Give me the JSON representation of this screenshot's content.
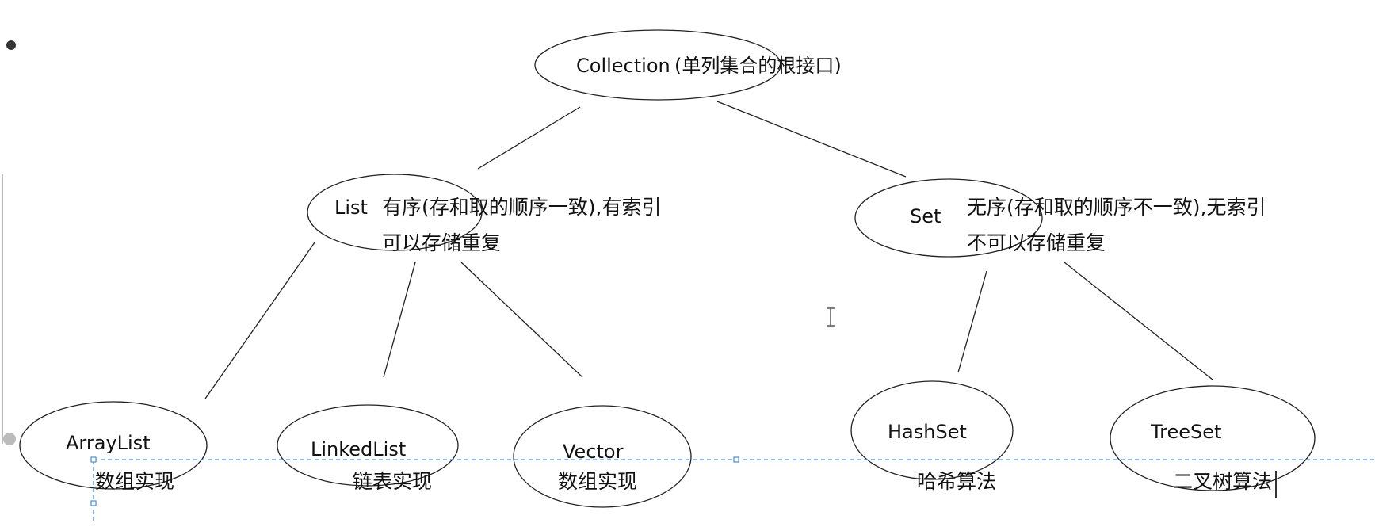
{
  "diagram": {
    "root": {
      "name": "Collection",
      "note": "(单列集合的根接口)"
    },
    "list": {
      "name": "List",
      "note_line1": "有序(存和取的顺序一致),有索引",
      "note_line2": "可以存储重复"
    },
    "set": {
      "name": "Set",
      "note_line1": "无序(存和取的顺序不一致),无索引",
      "note_line2": "不可以存储重复"
    },
    "leaves": {
      "arraylist": {
        "name": "ArrayList",
        "note": "数组实现"
      },
      "linkedlist": {
        "name": "LinkedList",
        "note": "链表实现"
      },
      "vector": {
        "name": "Vector",
        "note": "数组实现"
      },
      "hashset": {
        "name": "HashSet",
        "note": "哈希算法"
      },
      "treeset": {
        "name": "TreeSet",
        "note": "二叉树算法"
      }
    }
  },
  "colors": {
    "stroke": "#222222",
    "selection": "#4a90d9"
  },
  "icons": [
    "text-cursor-icon",
    "caret-icon"
  ]
}
